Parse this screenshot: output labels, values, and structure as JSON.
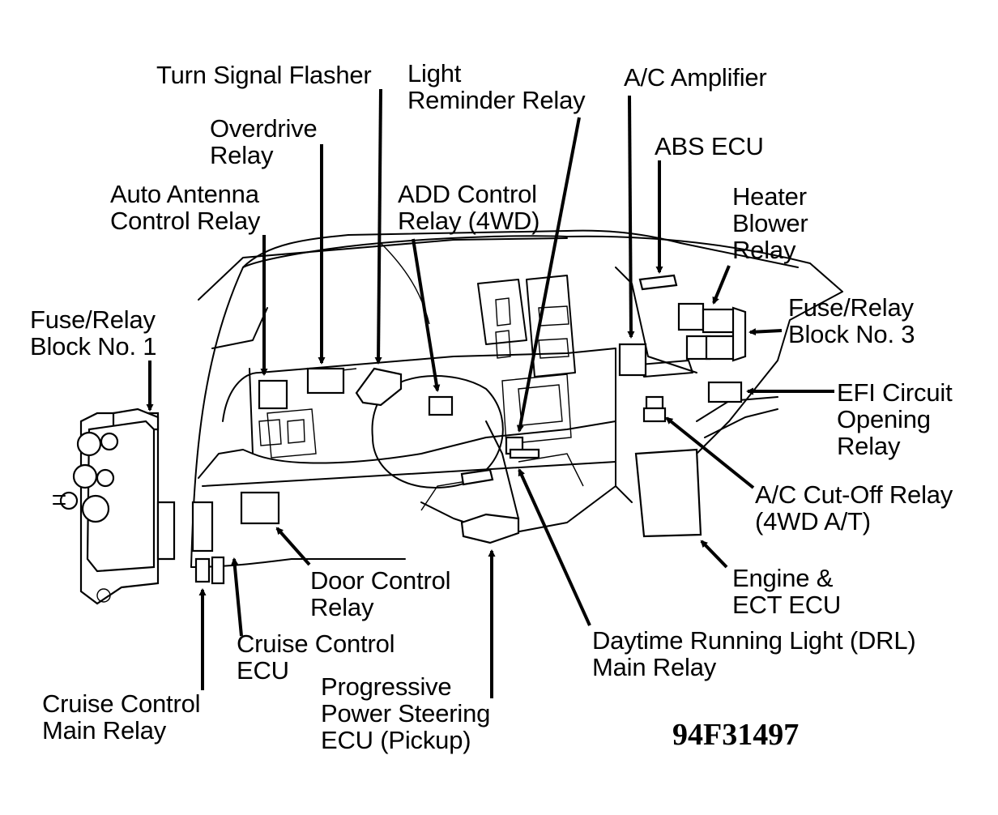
{
  "figure_code": "94F31497",
  "labels": {
    "turn_signal_flasher": [
      "Turn Signal Flasher"
    ],
    "light_reminder_relay": [
      "Light",
      "Reminder Relay"
    ],
    "ac_amplifier": [
      "A/C Amplifier"
    ],
    "overdrive_relay": [
      "Overdrive",
      "Relay"
    ],
    "abs_ecu": [
      "ABS ECU"
    ],
    "auto_antenna_control_relay": [
      "Auto Antenna",
      "Control Relay"
    ],
    "add_control_relay": [
      "ADD Control",
      "Relay (4WD)"
    ],
    "heater_blower_relay": [
      "Heater",
      "Blower",
      "Relay"
    ],
    "fuse_relay_block_1": [
      "Fuse/Relay",
      "Block No. 1"
    ],
    "fuse_relay_block_3": [
      "Fuse/Relay",
      "Block No. 3"
    ],
    "efi_circuit_opening_relay": [
      "EFI Circuit",
      "Opening",
      "Relay"
    ],
    "ac_cutoff_relay": [
      "A/C Cut-Off Relay",
      "(4WD A/T)"
    ],
    "door_control_relay": [
      "Door Control",
      "Relay"
    ],
    "engine_ect_ecu": [
      "Engine &",
      "ECT ECU"
    ],
    "cruise_control_ecu": [
      "Cruise Control",
      "ECU"
    ],
    "daytime_running_light_main_relay": [
      "Daytime Running Light (DRL)",
      "Main Relay"
    ],
    "progressive_power_steering_ecu": [
      "Progressive",
      "Power Steering",
      "ECU (Pickup)"
    ],
    "cruise_control_main_relay": [
      "Cruise Control",
      "Main Relay"
    ]
  }
}
